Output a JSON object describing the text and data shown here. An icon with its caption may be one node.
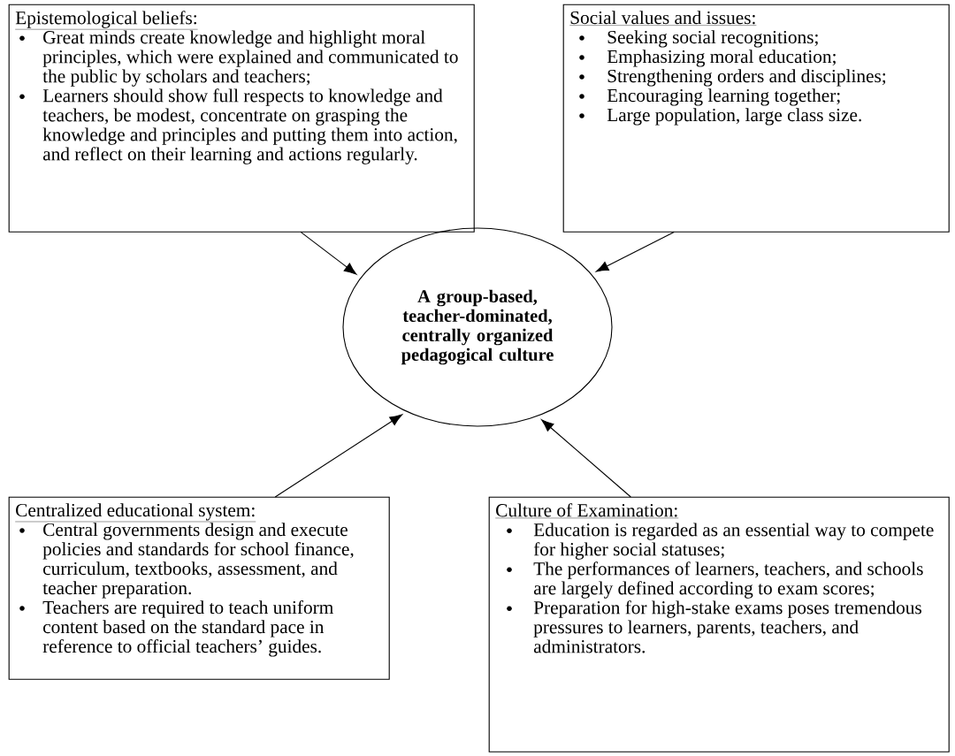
{
  "diagram": {
    "nodes": [
      {
        "text": [
          "Epistemological beliefs:",
          "Great minds create knowledge and highlight moral principles, which were explained and communicated to the public by scholars and teachers;",
          "Learners should show full respects to knowledge and teachers, be modest, concentrate on grasping the knowledge and principles and putting them into action, and reflect on their learning and actions regularly."
        ]
      },
      {
        "text": [
          "Social values and issues:",
          "Seeking social recognitions;",
          "Emphasizing moral education;",
          "Strengthening orders and disciplines;",
          "Encouraging learning together;",
          "Large population, large class size."
        ]
      },
      {
        "text": [
          "Centralized educational system:",
          "Central governments design and execute policies and standards for school finance, curriculum, textbooks, assessment, and teacher preparation.",
          "Teachers are required to teach uniform content based on the standard pace in reference to official teachers’ guides."
        ]
      },
      {
        "text": [
          "Culture of Examination:",
          "Education is regarded as an essential way to compete for higher social statuses;",
          "The performances of learners, teachers, and schools are largely defined according to exam scores;",
          "Preparation for high-stake exams poses tremendous pressures to learners, parents, teachers, and administrators."
        ]
      },
      {
        "text": [
          "A group-based, teacher-dominated, centrally organized pedagogical culture"
        ]
      }
    ],
    "edges": [
      {
        "from": 0,
        "to": 4,
        "arrow": "to"
      },
      {
        "from": 1,
        "to": 4,
        "arrow": "to"
      },
      {
        "from": 2,
        "to": 4,
        "arrow": "to"
      },
      {
        "from": 3,
        "to": 4,
        "arrow": "to"
      }
    ]
  }
}
